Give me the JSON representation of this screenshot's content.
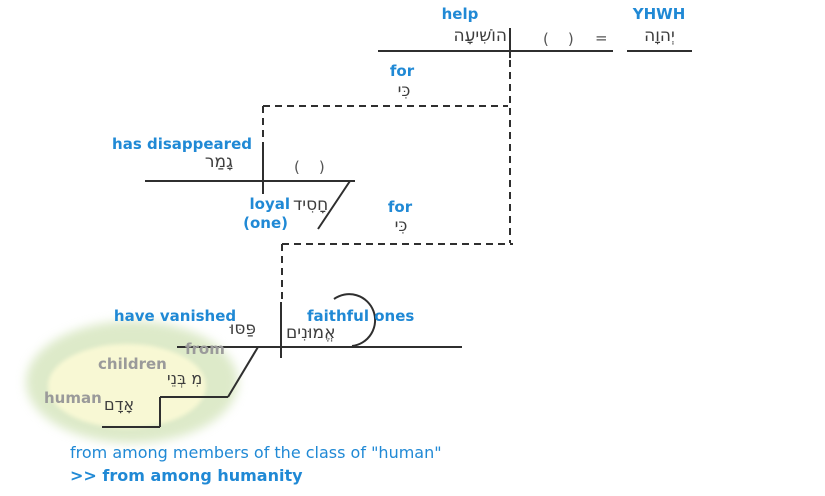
{
  "colors": {
    "accent_blue": "#2089d5",
    "label_gray": "#9a9a9a",
    "hebrew_text": "#3d3d3d",
    "line": "#2f2f2f",
    "highlight_outer_ellipse": "#d9e8c4",
    "highlight_inner_ellipse": "#f8f8d4"
  },
  "main_clause": {
    "verb_gloss": "help",
    "verb_hebrew": "הוֹשִׁיעָה",
    "subject_placeholder": "(    )",
    "equals": "=",
    "apposition_gloss": "YHWH",
    "apposition_hebrew": "יְהוָה"
  },
  "conjunction_1": {
    "gloss": "for",
    "hebrew": "כִּי"
  },
  "clause_2": {
    "verb_gloss": "has disappeared",
    "verb_hebrew": "גָמַר",
    "subject_placeholder": "(    )",
    "modifier_gloss_line1": "loyal",
    "modifier_gloss_line2": "(one)",
    "modifier_hebrew": "חָסִיד"
  },
  "conjunction_2": {
    "gloss": "for",
    "hebrew": "כִּי"
  },
  "clause_3": {
    "verb_gloss": "have vanished",
    "verb_hebrew": "פַּסּוּ",
    "subject_gloss": "faithful ones",
    "subject_hebrew": "אֱמוּנִים",
    "prep_phrase": {
      "preposition_gloss": "from",
      "object_gloss": "children",
      "object_hebrew": "מִ בְּנֵי",
      "modifier_gloss": "human",
      "modifier_hebrew": "אָדָם"
    }
  },
  "footnote": {
    "line1": "from among members of the class of \"human\"",
    "line2": ">> from among humanity"
  }
}
